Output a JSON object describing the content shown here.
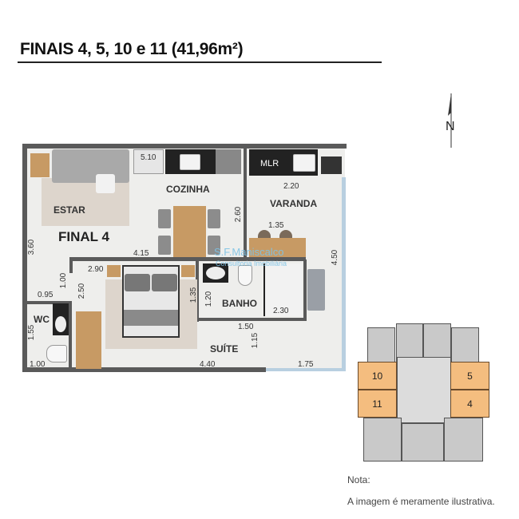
{
  "title": "FINAIS 4, 5, 10 e 11 (41,96m²)",
  "north_label": "N",
  "plan": {
    "unit_label": "FINAL 4",
    "rooms": {
      "estar": "ESTAR",
      "cozinha": "COZINHA",
      "varanda": "VARANDA",
      "banho": "BANHO",
      "wc": "WC",
      "suite": "SUÍTE",
      "mlr": "MLR"
    },
    "dimensions": {
      "fridge": "5.10",
      "varanda_width": "2.20",
      "kitchen_wall": "2.60",
      "bench": "1.35",
      "estar_height": "3.60",
      "living_width": "4.15",
      "varanda_height": "4.50",
      "suite_top": "2.90",
      "wc_door": "1.00",
      "suite_side": "2.50",
      "wc_width": "0.95",
      "suite_bed": "1.35",
      "banho_depth": "1.20",
      "banho_width": "2.30",
      "wc_height": "1.55",
      "banho_door": "1.50",
      "suite_door": "1.15",
      "wc_bottom": "1.00",
      "suite_width": "4.40",
      "varanda_bottom": "1.75"
    },
    "watermark": {
      "name": "S.F.Maniscalco",
      "subtitle": "Consultoria Imobiliária"
    }
  },
  "key_plan": {
    "units": [
      "10",
      "11",
      "5",
      "4"
    ],
    "highlight_color": "#f4bd7f"
  },
  "note": {
    "label": "Nota:",
    "text": "A imagem é meramente ilustrativa."
  }
}
